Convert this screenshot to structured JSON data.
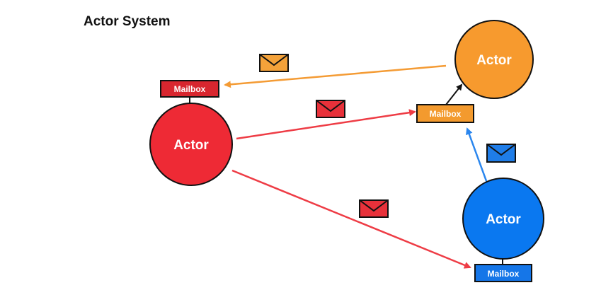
{
  "title": "Actor System",
  "actors": {
    "red": {
      "label": "Actor",
      "color": "#ee2a35"
    },
    "orange": {
      "label": "Actor",
      "color": "#f79a2e"
    },
    "blue": {
      "label": "Actor",
      "color": "#0a78f0"
    }
  },
  "mailboxes": {
    "red": {
      "label": "Mailbox",
      "color": "#d8262f"
    },
    "orange": {
      "label": "Mailbox",
      "color": "#f39a2e"
    },
    "blue": {
      "label": "Mailbox",
      "color": "#1576e8"
    }
  },
  "message_colors": {
    "red": "#e8313a",
    "orange": "#f4a23a",
    "blue": "#1f7de8"
  },
  "arrow_colors": {
    "red": "#ee3c45",
    "orange": "#f49b34",
    "blue": "#2a86ee",
    "black": "#111111"
  }
}
